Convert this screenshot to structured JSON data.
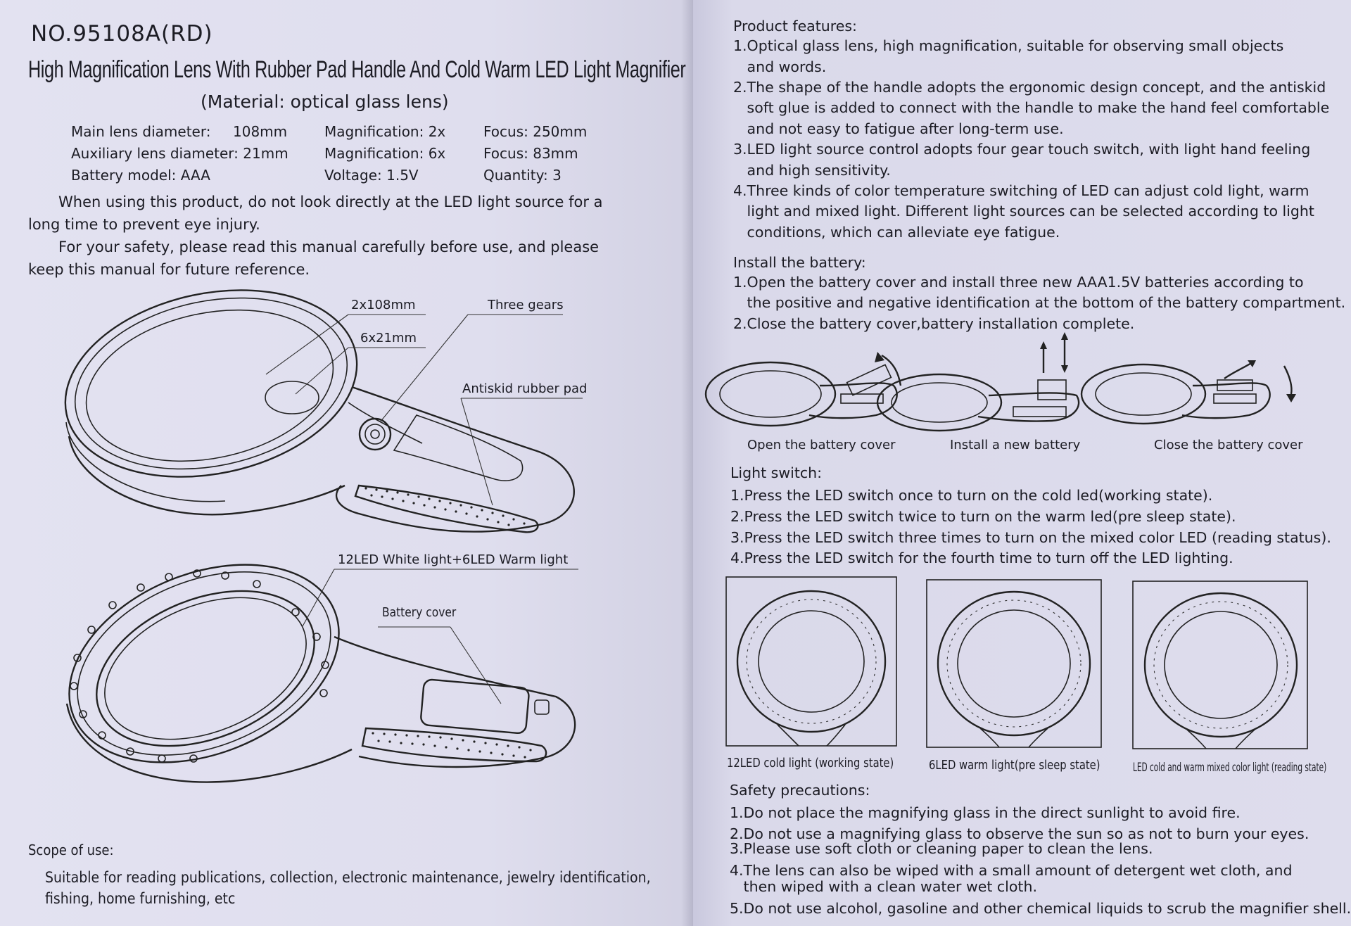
{
  "left": {
    "model": "NO.95108A(RD)",
    "title": "High Magnification Lens With Rubber Pad Handle And Cold Warm LED Light Magnifier",
    "material": "(Material: optical glass lens)",
    "specs": {
      "row1": {
        "a": "Main lens diameter:",
        "b": "108mm",
        "c": "Magnification: 2x",
        "d": "Focus: 250mm"
      },
      "row2": {
        "a": "Auxiliary lens diameter: 21mm",
        "c": "Magnification: 6x",
        "d": "Focus: 83mm"
      },
      "row3": {
        "a": "Battery model: AAA",
        "c": "Voltage:  1.5V",
        "d": "Quantity:  3"
      }
    },
    "warning_1": "When using this product, do not look directly at the LED light source for a",
    "warning_2": "long time to prevent eye injury.",
    "safety_1": "For your safety, please read this manual carefully before use, and please",
    "safety_2": "keep this manual for future reference.",
    "diagram_top": {
      "label_main": "2x108mm",
      "label_aux": "6x21mm",
      "label_gears": "Three  gears",
      "label_pad": "Antiskid rubber pad"
    },
    "diagram_bottom": {
      "label_led": "12LED White light+6LED Warm light",
      "label_cover": "Battery cover"
    },
    "scope_title": "Scope of use:",
    "scope_1": "Suitable for reading publications, collection, electronic maintenance, jewelry identification,",
    "scope_2": "fishing, home furnishing, etc"
  },
  "right": {
    "features_title": "Product features:",
    "features": [
      "1.Optical glass lens, high magnification, suitable for observing small objects",
      "   and words.",
      "2.The shape of the handle adopts the ergonomic design concept, and the antiskid",
      "   soft glue is added to connect with the handle to make the hand feel comfortable",
      "   and not easy to fatigue after long-term use.",
      "3.LED light source control adopts four gear touch switch, with light hand feeling",
      "   and high sensitivity.",
      "4.Three kinds of color temperature switching of LED can adjust cold light, warm",
      "   light and mixed light. Different light sources can be selected according to light",
      "   conditions, which can alleviate eye fatigue."
    ],
    "install_title": "Install the battery:",
    "install": [
      "1.Open the battery cover and install three new AAA1.5V batteries according to",
      "   the positive and negative identification at the bottom of the battery compartment.",
      "2.Close the battery cover,battery installation complete."
    ],
    "battery_captions": [
      "Open the battery cover",
      "Install a new battery",
      "Close the battery cover"
    ],
    "switch_title": "Light switch:",
    "switch": [
      "1.Press the LED switch once to turn on the cold led(working state).",
      "2.Press the LED switch twice to turn on the warm led(pre sleep state).",
      "3.Press the LED switch three times to turn on the mixed color LED (reading status).",
      "4.Press the LED switch for the fourth time to turn off the LED lighting."
    ],
    "led_captions": [
      "12LED cold light (working state)",
      "6LED warm light(pre sleep state)",
      "LED cold and warm mixed color light (reading state)"
    ],
    "precautions_title": "Safety precautions:",
    "precautions": [
      "1.Do not place the magnifying glass in the direct sunlight to avoid fire.",
      "2.Do not use a magnifying glass to observe the sun so as not to burn your eyes.",
      "3.Please use soft cloth or cleaning paper to clean the lens.",
      "4.The lens can also be wiped with a small amount of detergent wet cloth, and",
      "   then wiped with a clean water wet cloth.",
      "5.Do not use alcohol, gasoline and other chemical liquids to scrub the magnifier shell."
    ]
  }
}
